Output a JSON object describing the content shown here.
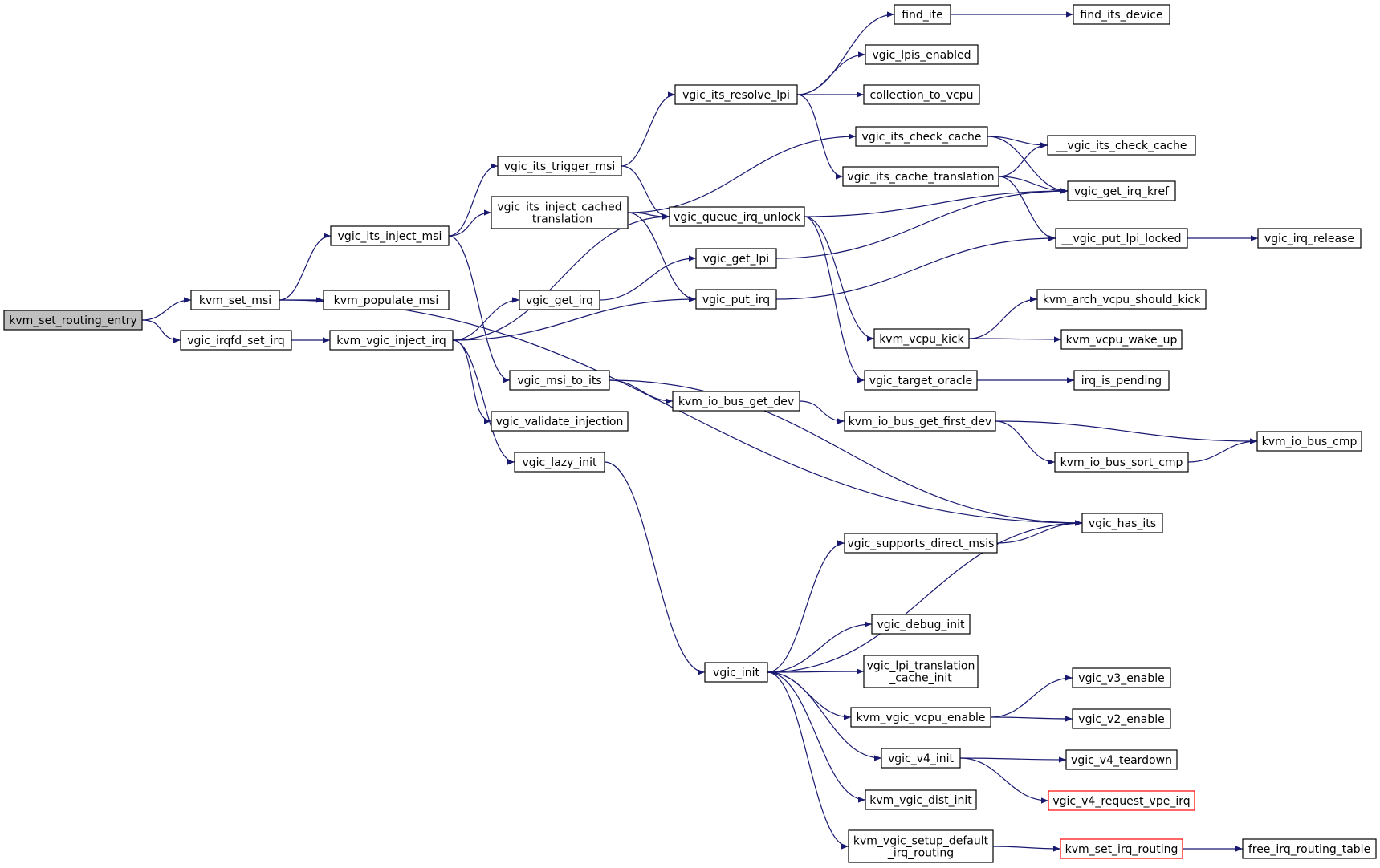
{
  "graph": {
    "colors": {
      "edge": "#191970",
      "root_fill": "#bfbfbf",
      "node_border": "#000000",
      "truncated_border": "#ff0000"
    },
    "nodes": [
      {
        "id": "kvm_set_routing_entry",
        "lines": [
          "kvm_set_routing_entry"
        ],
        "root": true
      },
      {
        "id": "kvm_set_msi",
        "lines": [
          "kvm_set_msi"
        ]
      },
      {
        "id": "vgic_irqfd_set_irq",
        "lines": [
          "vgic_irqfd_set_irq"
        ]
      },
      {
        "id": "vgic_its_inject_msi",
        "lines": [
          "vgic_its_inject_msi"
        ]
      },
      {
        "id": "kvm_populate_msi",
        "lines": [
          "kvm_populate_msi"
        ]
      },
      {
        "id": "kvm_vgic_inject_irq",
        "lines": [
          "kvm_vgic_inject_irq"
        ]
      },
      {
        "id": "vgic_its_trigger_msi",
        "lines": [
          "vgic_its_trigger_msi"
        ]
      },
      {
        "id": "vgic_its_inject_cached_translation",
        "lines": [
          "vgic_its_inject_cached",
          "_translation"
        ]
      },
      {
        "id": "vgic_get_irq",
        "lines": [
          "vgic_get_irq"
        ]
      },
      {
        "id": "vgic_msi_to_its",
        "lines": [
          "vgic_msi_to_its"
        ]
      },
      {
        "id": "vgic_validate_injection",
        "lines": [
          "vgic_validate_injection"
        ]
      },
      {
        "id": "vgic_lazy_init",
        "lines": [
          "vgic_lazy_init"
        ]
      },
      {
        "id": "vgic_its_resolve_lpi",
        "lines": [
          "vgic_its_resolve_lpi"
        ]
      },
      {
        "id": "vgic_queue_irq_unlock",
        "lines": [
          "vgic_queue_irq_unlock"
        ]
      },
      {
        "id": "vgic_get_lpi",
        "lines": [
          "vgic_get_lpi"
        ]
      },
      {
        "id": "vgic_put_irq",
        "lines": [
          "vgic_put_irq"
        ]
      },
      {
        "id": "kvm_io_bus_get_dev",
        "lines": [
          "kvm_io_bus_get_dev"
        ]
      },
      {
        "id": "vgic_init",
        "lines": [
          "vgic_init"
        ]
      },
      {
        "id": "find_ite",
        "lines": [
          "find_ite"
        ]
      },
      {
        "id": "vgic_lpis_enabled",
        "lines": [
          "vgic_lpis_enabled"
        ]
      },
      {
        "id": "collection_to_vcpu",
        "lines": [
          "collection_to_vcpu"
        ]
      },
      {
        "id": "vgic_its_check_cache",
        "lines": [
          "vgic_its_check_cache"
        ]
      },
      {
        "id": "vgic_its_cache_translation",
        "lines": [
          "vgic_its_cache_translation"
        ]
      },
      {
        "id": "kvm_vcpu_kick",
        "lines": [
          "kvm_vcpu_kick"
        ]
      },
      {
        "id": "vgic_target_oracle",
        "lines": [
          "vgic_target_oracle"
        ]
      },
      {
        "id": "kvm_io_bus_get_first_dev",
        "lines": [
          "kvm_io_bus_get_first_dev"
        ]
      },
      {
        "id": "vgic_supports_direct_msis",
        "lines": [
          "vgic_supports_direct_msis"
        ]
      },
      {
        "id": "vgic_debug_init",
        "lines": [
          "vgic_debug_init"
        ]
      },
      {
        "id": "vgic_lpi_translation_cache_init",
        "lines": [
          "vgic_lpi_translation",
          "_cache_init"
        ]
      },
      {
        "id": "kvm_vgic_vcpu_enable",
        "lines": [
          "kvm_vgic_vcpu_enable"
        ]
      },
      {
        "id": "vgic_v4_init",
        "lines": [
          "vgic_v4_init"
        ]
      },
      {
        "id": "kvm_vgic_dist_init",
        "lines": [
          "kvm_vgic_dist_init"
        ]
      },
      {
        "id": "kvm_vgic_setup_default_irq_routing",
        "lines": [
          "kvm_vgic_setup_default",
          "_irq_routing"
        ]
      },
      {
        "id": "find_its_device",
        "lines": [
          "find_its_device"
        ]
      },
      {
        "id": "__vgic_its_check_cache",
        "lines": [
          "__vgic_its_check_cache"
        ]
      },
      {
        "id": "vgic_get_irq_kref",
        "lines": [
          "vgic_get_irq_kref"
        ]
      },
      {
        "id": "__vgic_put_lpi_locked",
        "lines": [
          "__vgic_put_lpi_locked"
        ]
      },
      {
        "id": "kvm_arch_vcpu_should_kick",
        "lines": [
          "kvm_arch_vcpu_should_kick"
        ]
      },
      {
        "id": "kvm_vcpu_wake_up",
        "lines": [
          "kvm_vcpu_wake_up"
        ]
      },
      {
        "id": "irq_is_pending",
        "lines": [
          "irq_is_pending"
        ]
      },
      {
        "id": "kvm_io_bus_sort_cmp",
        "lines": [
          "kvm_io_bus_sort_cmp"
        ]
      },
      {
        "id": "vgic_has_its",
        "lines": [
          "vgic_has_its"
        ]
      },
      {
        "id": "vgic_v3_enable",
        "lines": [
          "vgic_v3_enable"
        ]
      },
      {
        "id": "vgic_v2_enable",
        "lines": [
          "vgic_v2_enable"
        ]
      },
      {
        "id": "vgic_v4_teardown",
        "lines": [
          "vgic_v4_teardown"
        ]
      },
      {
        "id": "vgic_v4_request_vpe_irq",
        "lines": [
          "vgic_v4_request_vpe_irq"
        ],
        "truncated": true
      },
      {
        "id": "kvm_set_irq_routing",
        "lines": [
          "kvm_set_irq_routing"
        ],
        "truncated": true
      },
      {
        "id": "vgic_irq_release",
        "lines": [
          "vgic_irq_release"
        ]
      },
      {
        "id": "kvm_io_bus_cmp",
        "lines": [
          "kvm_io_bus_cmp"
        ]
      },
      {
        "id": "free_irq_routing_table",
        "lines": [
          "free_irq_routing_table"
        ]
      }
    ],
    "edges": [
      [
        "kvm_set_routing_entry",
        "kvm_set_msi"
      ],
      [
        "kvm_set_routing_entry",
        "vgic_irqfd_set_irq"
      ],
      [
        "kvm_set_msi",
        "vgic_its_inject_msi"
      ],
      [
        "kvm_set_msi",
        "kvm_populate_msi"
      ],
      [
        "kvm_set_msi",
        "vgic_has_its"
      ],
      [
        "vgic_irqfd_set_irq",
        "kvm_vgic_inject_irq"
      ],
      [
        "vgic_its_inject_msi",
        "vgic_its_trigger_msi"
      ],
      [
        "vgic_its_inject_msi",
        "vgic_its_inject_cached_translation"
      ],
      [
        "vgic_its_inject_msi",
        "vgic_msi_to_its"
      ],
      [
        "kvm_vgic_inject_irq",
        "vgic_get_irq"
      ],
      [
        "kvm_vgic_inject_irq",
        "vgic_queue_irq_unlock"
      ],
      [
        "kvm_vgic_inject_irq",
        "vgic_put_irq"
      ],
      [
        "kvm_vgic_inject_irq",
        "vgic_validate_injection"
      ],
      [
        "kvm_vgic_inject_irq",
        "vgic_lazy_init"
      ],
      [
        "vgic_its_trigger_msi",
        "vgic_its_resolve_lpi"
      ],
      [
        "vgic_its_trigger_msi",
        "vgic_queue_irq_unlock"
      ],
      [
        "vgic_its_inject_cached_translation",
        "vgic_its_check_cache"
      ],
      [
        "vgic_its_inject_cached_translation",
        "vgic_queue_irq_unlock"
      ],
      [
        "vgic_its_inject_cached_translation",
        "vgic_put_irq"
      ],
      [
        "vgic_get_irq",
        "vgic_get_lpi"
      ],
      [
        "vgic_msi_to_its",
        "kvm_io_bus_get_dev"
      ],
      [
        "vgic_msi_to_its",
        "vgic_has_its"
      ],
      [
        "vgic_lazy_init",
        "vgic_init"
      ],
      [
        "vgic_its_resolve_lpi",
        "find_ite"
      ],
      [
        "vgic_its_resolve_lpi",
        "vgic_lpis_enabled"
      ],
      [
        "vgic_its_resolve_lpi",
        "collection_to_vcpu"
      ],
      [
        "vgic_its_resolve_lpi",
        "vgic_its_cache_translation"
      ],
      [
        "vgic_queue_irq_unlock",
        "vgic_get_irq_kref"
      ],
      [
        "vgic_queue_irq_unlock",
        "kvm_vcpu_kick"
      ],
      [
        "vgic_queue_irq_unlock",
        "vgic_target_oracle"
      ],
      [
        "vgic_get_lpi",
        "vgic_get_irq_kref"
      ],
      [
        "vgic_put_irq",
        "__vgic_put_lpi_locked"
      ],
      [
        "kvm_io_bus_get_dev",
        "kvm_io_bus_get_first_dev"
      ],
      [
        "vgic_init",
        "vgic_supports_direct_msis"
      ],
      [
        "vgic_init",
        "vgic_has_its"
      ],
      [
        "vgic_init",
        "vgic_debug_init"
      ],
      [
        "vgic_init",
        "vgic_lpi_translation_cache_init"
      ],
      [
        "vgic_init",
        "kvm_vgic_vcpu_enable"
      ],
      [
        "vgic_init",
        "vgic_v4_init"
      ],
      [
        "vgic_init",
        "kvm_vgic_dist_init"
      ],
      [
        "vgic_init",
        "kvm_vgic_setup_default_irq_routing"
      ],
      [
        "find_ite",
        "find_its_device"
      ],
      [
        "vgic_its_check_cache",
        "__vgic_its_check_cache"
      ],
      [
        "vgic_its_check_cache",
        "vgic_get_irq_kref"
      ],
      [
        "vgic_its_cache_translation",
        "__vgic_its_check_cache"
      ],
      [
        "vgic_its_cache_translation",
        "vgic_get_irq_kref"
      ],
      [
        "vgic_its_cache_translation",
        "__vgic_put_lpi_locked"
      ],
      [
        "__vgic_put_lpi_locked",
        "vgic_irq_release"
      ],
      [
        "kvm_vcpu_kick",
        "kvm_arch_vcpu_should_kick"
      ],
      [
        "kvm_vcpu_kick",
        "kvm_vcpu_wake_up"
      ],
      [
        "vgic_target_oracle",
        "irq_is_pending"
      ],
      [
        "kvm_io_bus_get_first_dev",
        "kvm_io_bus_cmp"
      ],
      [
        "kvm_io_bus_get_first_dev",
        "kvm_io_bus_sort_cmp"
      ],
      [
        "kvm_io_bus_sort_cmp",
        "kvm_io_bus_cmp"
      ],
      [
        "vgic_supports_direct_msis",
        "vgic_has_its"
      ],
      [
        "kvm_vgic_vcpu_enable",
        "vgic_v3_enable"
      ],
      [
        "kvm_vgic_vcpu_enable",
        "vgic_v2_enable"
      ],
      [
        "vgic_v4_init",
        "vgic_v4_teardown"
      ],
      [
        "vgic_v4_init",
        "vgic_v4_request_vpe_irq"
      ],
      [
        "kvm_vgic_setup_default_irq_routing",
        "kvm_set_irq_routing"
      ],
      [
        "kvm_set_irq_routing",
        "free_irq_routing_table"
      ]
    ]
  }
}
